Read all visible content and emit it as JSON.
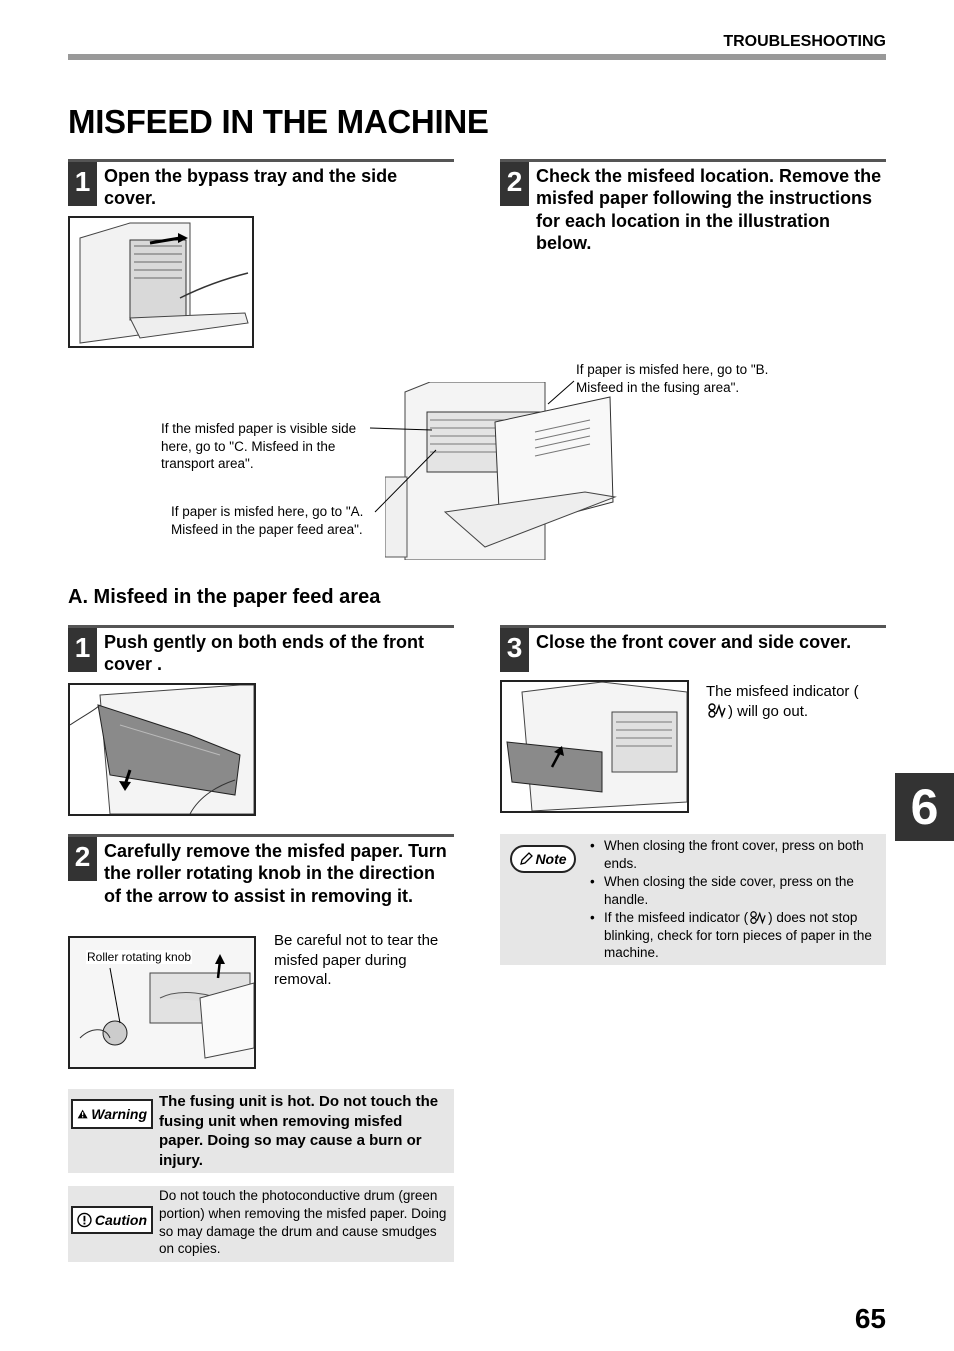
{
  "header": {
    "section": "TROUBLESHOOTING"
  },
  "page_title": "MISFEED IN THE MACHINE",
  "intro_steps": [
    {
      "number": "1",
      "text": "Open the bypass tray and the side cover."
    },
    {
      "number": "2",
      "text": "Check the misfeed location. Remove the misfed paper following the instructions for each location in the illustration below."
    }
  ],
  "callouts": {
    "fusing": "If paper is misfed here, go to \"B. Misfeed in the fusing area\".",
    "transport": "If the misfed paper is visible side here, go to \"C. Misfeed in the transport area\".",
    "paper_feed": "If paper is misfed here, go to \"A. Misfeed in the paper feed area\"."
  },
  "subsection": {
    "title": "A. Misfeed in the paper feed area"
  },
  "a_steps": [
    {
      "number": "1",
      "text": "Push gently on both ends of the front cover ."
    },
    {
      "number": "2",
      "text": "Carefully remove the misfed paper. Turn the roller rotating knob in the direction of the arrow to assist in removing it."
    },
    {
      "number": "3",
      "text": "Close the front cover and side cover."
    }
  ],
  "roller_label": "Roller rotating knob",
  "tear_note": "Be careful not to tear the misfed paper during removal.",
  "indicator_note": {
    "before": "The misfeed indicator (",
    "after": ") will go out."
  },
  "warning": {
    "badge": "Warning",
    "text": "The fusing unit is hot. Do not touch the fusing unit when removing misfed paper. Doing so may cause a burn or injury."
  },
  "caution": {
    "badge": "Caution",
    "text": "Do not touch the photoconductive drum (green portion) when removing the misfed paper. Doing so may damage the drum and cause smudges on copies."
  },
  "note": {
    "badge": "Note",
    "items": [
      "When closing the front cover, press on both ends.",
      "When closing the side cover, press on the handle."
    ],
    "item3_before": "If the misfeed indicator (",
    "item3_after": ") does not stop blinking, check for torn pieces of paper in the machine."
  },
  "chapter_tab": "6",
  "page_number": "65"
}
